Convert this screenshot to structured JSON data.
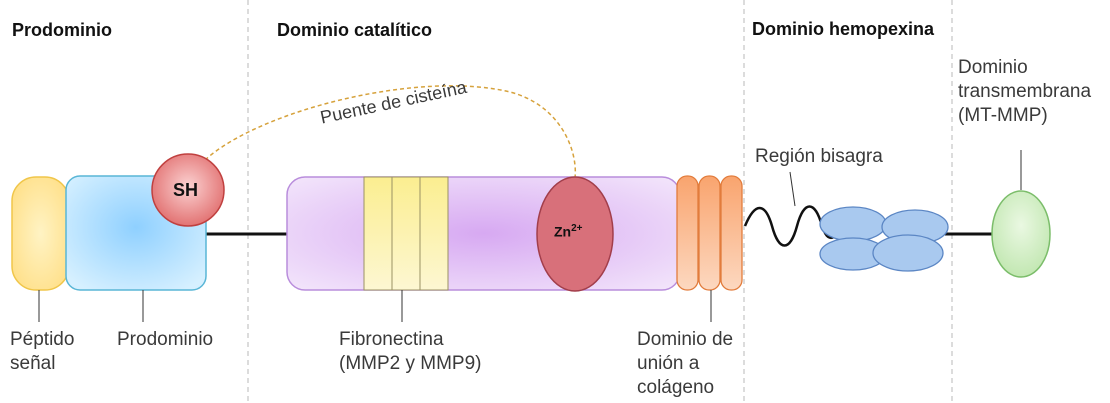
{
  "sections": {
    "prodominio": "Prodominio",
    "catalitico": "Dominio catalítico",
    "hemopexina": "Dominio hemopexina"
  },
  "labels": {
    "peptido_line1": "Péptido",
    "peptido_line2": "señal",
    "prodominio": "Prodominio",
    "fibronectina_line1": "Fibronectina",
    "fibronectina_line2": "(MMP2 y MMP9)",
    "union_line1": "Dominio de",
    "union_line2": "unión a",
    "union_line3": "colágeno",
    "bisagra": "Región bisagra",
    "transmem_line1": "Dominio",
    "transmem_line2": "transmembrana",
    "transmem_line3": "(MT-MMP)",
    "puente": "Puente de cisteína"
  },
  "markers": {
    "sh": "SH",
    "zn": "Zn",
    "zn_charge": "2+"
  },
  "colors": {
    "signal_fill": "#ffe9a6",
    "signal_stroke": "#f0c64a",
    "pro_fill": "#a9dcff",
    "pro_stroke": "#59b6d6",
    "sh_fill": "#e88686",
    "sh_stroke": "#c0403f",
    "cat_fill": "#e3c8f6",
    "cat_stroke": "#b98ddc",
    "fib_fill": "#fbf1a6",
    "fib_stroke": "#9a9264",
    "zn_fill": "#d8707a",
    "zn_stroke": "#a23e4b",
    "col_fill": "#f8b68c",
    "col_stroke": "#e27c3c",
    "hemo_fill": "#a9c9ef",
    "hemo_stroke": "#5b86c4",
    "tm_fill": "#cdeec0",
    "tm_stroke": "#7bbd6a",
    "bridge": "#d6a23c",
    "divider": "#b8b8b8"
  }
}
